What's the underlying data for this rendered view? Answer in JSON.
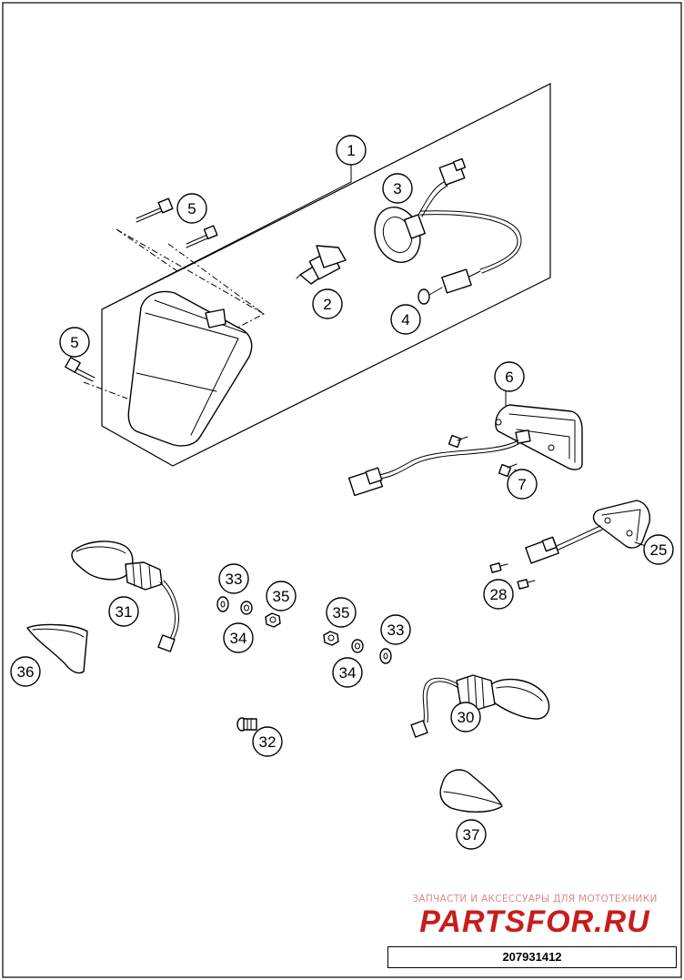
{
  "callouts": [
    {
      "id": "c1",
      "label": "1"
    },
    {
      "id": "c2",
      "label": "2"
    },
    {
      "id": "c3",
      "label": "3"
    },
    {
      "id": "c4",
      "label": "4"
    },
    {
      "id": "c5a",
      "label": "5"
    },
    {
      "id": "c5b",
      "label": "5"
    },
    {
      "id": "c6",
      "label": "6"
    },
    {
      "id": "c7",
      "label": "7"
    },
    {
      "id": "c25",
      "label": "25"
    },
    {
      "id": "c28",
      "label": "28"
    },
    {
      "id": "c30",
      "label": "30"
    },
    {
      "id": "c31",
      "label": "31"
    },
    {
      "id": "c32",
      "label": "32"
    },
    {
      "id": "c33a",
      "label": "33"
    },
    {
      "id": "c33b",
      "label": "33"
    },
    {
      "id": "c34a",
      "label": "34"
    },
    {
      "id": "c34b",
      "label": "34"
    },
    {
      "id": "c35a",
      "label": "35"
    },
    {
      "id": "c35b",
      "label": "35"
    },
    {
      "id": "c36",
      "label": "36"
    },
    {
      "id": "c37",
      "label": "37"
    }
  ],
  "watermark": {
    "caption": "ЗАПЧАСТИ И АКСЕССУАРЫ ДЛЯ МОТОТЕХНИКИ",
    "logo": "PARTSFOR.RU",
    "color": "#c91c1c"
  },
  "diagram_code": "207931412"
}
